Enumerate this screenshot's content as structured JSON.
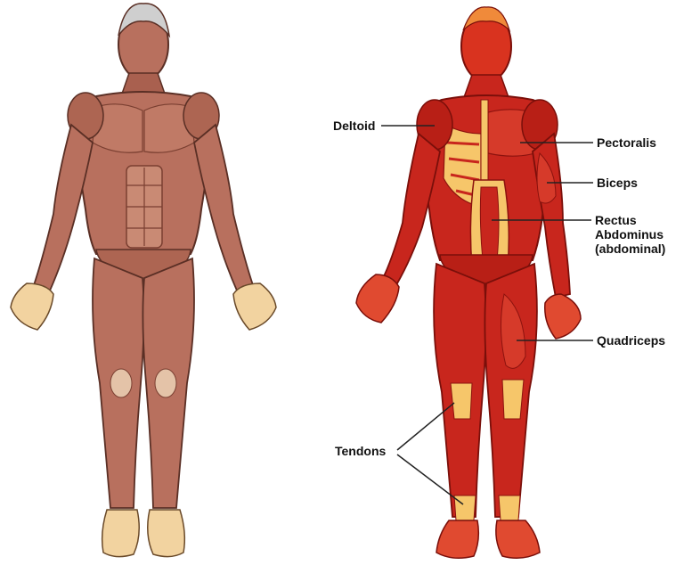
{
  "labels": {
    "deltoid": "Deltoid",
    "pectoralis": "Pectoralis",
    "biceps": "Biceps",
    "rectus_line1": "Rectus",
    "rectus_line2": "Abdominus",
    "rectus_line3": "(abdominal)",
    "quadriceps": "Quadriceps",
    "tendons": "Tendons"
  },
  "colors": {
    "left_muscle": "#b8705e",
    "left_muscle_dark": "#8a4a3c",
    "left_tendon": "#f0d6a8",
    "skin": "#f2d3a0",
    "right_muscle": "#c8261d",
    "right_muscle_dark": "#8c120e",
    "right_tendon": "#f6c66a",
    "leader_line": "#222222"
  }
}
